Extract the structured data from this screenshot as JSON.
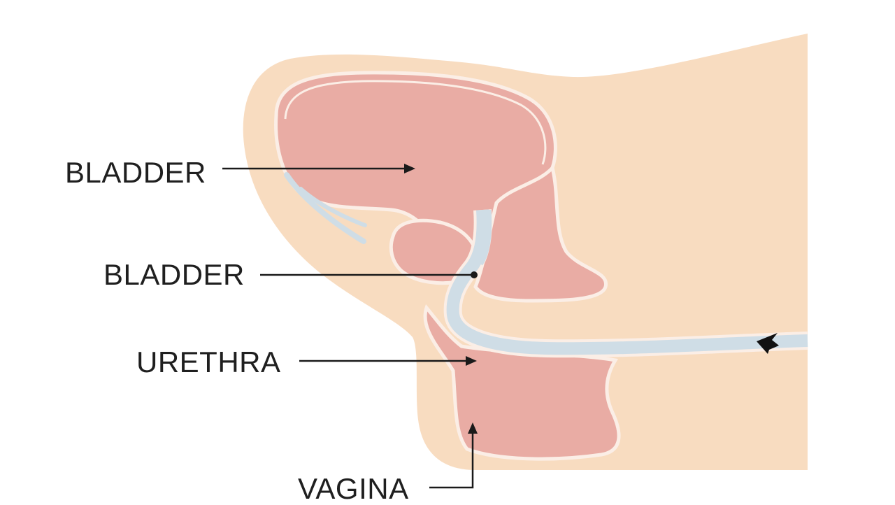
{
  "labels": {
    "bladder_top": "BLADDER",
    "bladder_neck": "BLADDER",
    "urethra": "URETHRA",
    "vagina": "VAGINA"
  },
  "colors": {
    "background": "#ffffff",
    "skin": "#f8dcc0",
    "organ": "#e9aca4",
    "outline": "#fbeee6",
    "tube": "#cfdde6",
    "leader_line": "#1a1a1a"
  },
  "icons": {
    "flow_arrow": "flow-arrow-icon"
  }
}
